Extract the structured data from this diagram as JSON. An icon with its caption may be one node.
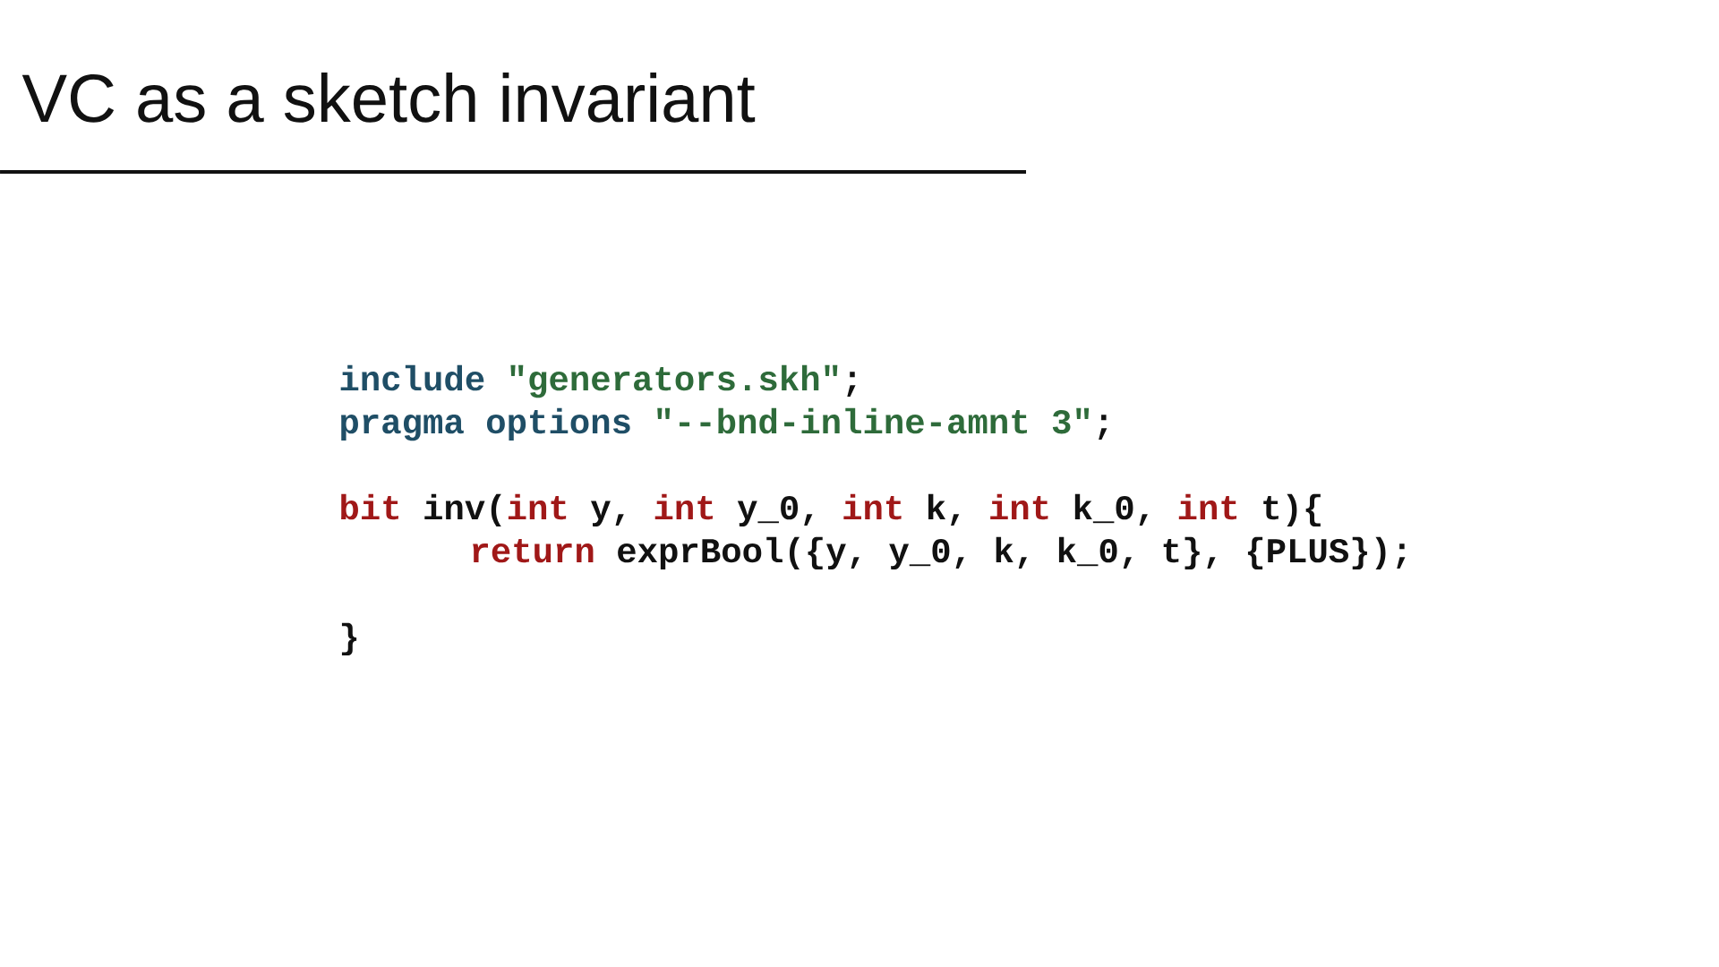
{
  "diagram": {
    "title": "VC as a sketch invariant",
    "labels": [
      "include",
      "\"generators.skh\"",
      ";",
      "pragma options",
      "\"--bnd-inline-amnt 3\"",
      ";",
      "bit",
      "inv(",
      "int",
      "y,",
      "int",
      "y_0,",
      "int",
      "k,",
      "int",
      "k_0,",
      "int",
      "t){",
      "return",
      "exprBool({y, y_0, k, k_0, t}, {PLUS});",
      "}"
    ]
  }
}
